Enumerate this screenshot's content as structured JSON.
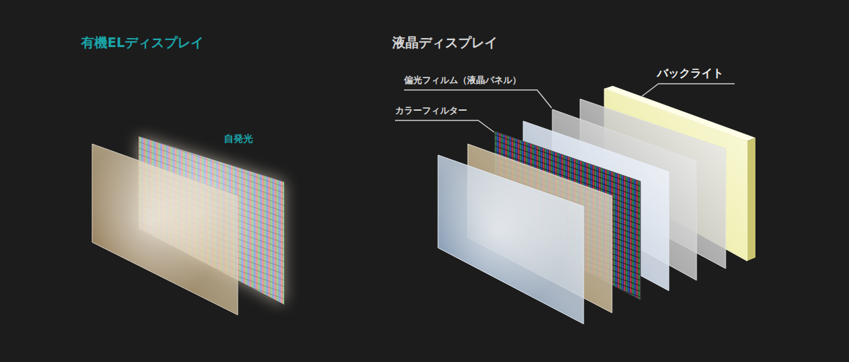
{
  "diagram": {
    "labels": [
      "有機ELディスプレイ",
      "液晶ディスプレイ",
      "自発光",
      "偏光フィルム（液晶パネル）",
      "カラーフィルター",
      "バックライト"
    ]
  }
}
